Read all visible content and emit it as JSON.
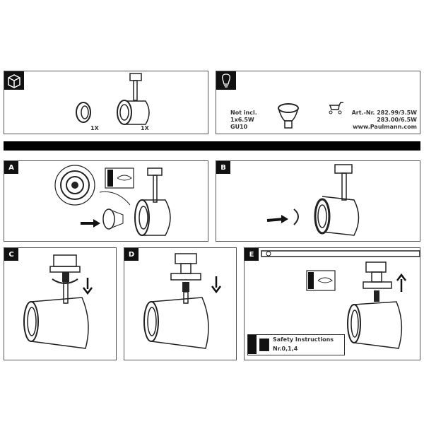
{
  "contents": {
    "ring_qty": "1X",
    "lamp_qty": "1X"
  },
  "bulb": {
    "not_included": "Not incl.",
    "wattage": "1x6.5W",
    "socket": "GU10",
    "article_line1": "Art.-Nr. 282.99/3.5W",
    "article_line2": "283.00/6.5W",
    "website": "www.Paulmann.com"
  },
  "steps": {
    "a": "A",
    "b": "B",
    "c": "C",
    "d": "D",
    "e": "E"
  },
  "safety": {
    "title": "Safety Instructions",
    "numbers": "Nr.0,1,4"
  }
}
